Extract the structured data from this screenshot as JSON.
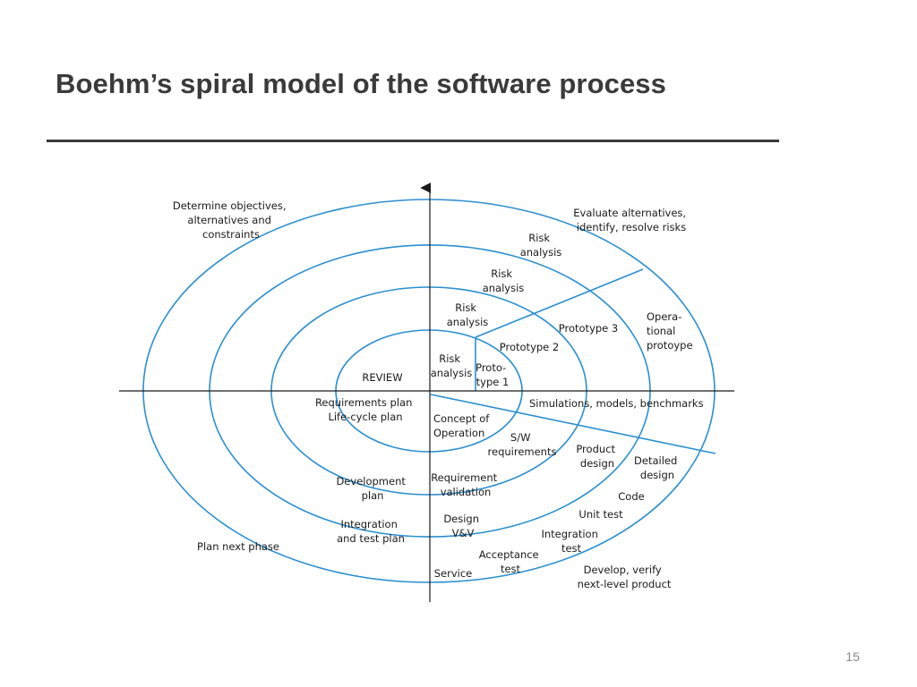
{
  "slide": {
    "title": "Boehm’s spiral model of the software process",
    "page_number": "15"
  },
  "diagram": {
    "colors": {
      "spiral": "#2a8fd0",
      "axis": "#1a1a1a",
      "text": "#1a1a1a"
    },
    "quadrant_labels": {
      "top_left": [
        "Determine objectives,",
        "alternatives and",
        "constraints"
      ],
      "top_right": [
        "Evaluate alternatives,",
        "identify, resolve risks"
      ],
      "bottom_left": [
        "Plan next phase"
      ],
      "bottom_right": [
        "Develop, verify",
        "next-level product"
      ]
    },
    "risk_analysis": [
      [
        "Risk",
        "analysis"
      ],
      [
        "Risk",
        "analysis"
      ],
      [
        "Risk",
        "analysis"
      ],
      [
        "Risk",
        "analysis"
      ]
    ],
    "prototypes": {
      "prototype_1": [
        "Proto-",
        "type 1"
      ],
      "prototype_2": "Prototype 2",
      "prototype_3": "Prototype 3",
      "operational": [
        "Opera-",
        "tional",
        "protoype"
      ]
    },
    "review": "REVIEW",
    "plans": {
      "requirements": [
        "Requirements plan",
        "Life-cycle plan"
      ],
      "development": [
        "Development",
        "plan"
      ],
      "integration": [
        "Integration",
        "and test plan"
      ]
    },
    "inner_steps": {
      "concept": [
        "Concept of",
        "Operation"
      ],
      "requirement_validation": [
        "Requirement",
        "validation"
      ],
      "design_vv": [
        "Design",
        "V&V"
      ],
      "service": "Service"
    },
    "outer_steps": {
      "simulations": "Simulations, models, benchmarks",
      "sw_requirements": [
        "S/W",
        "requirements"
      ],
      "product_design": [
        "Product",
        "design"
      ],
      "detailed_design": [
        "Detailed",
        "design"
      ],
      "code": "Code",
      "unit_test": "Unit test",
      "integration_test": [
        "Integration",
        "test"
      ],
      "acceptance_test": [
        "Acceptance",
        "test"
      ]
    }
  }
}
